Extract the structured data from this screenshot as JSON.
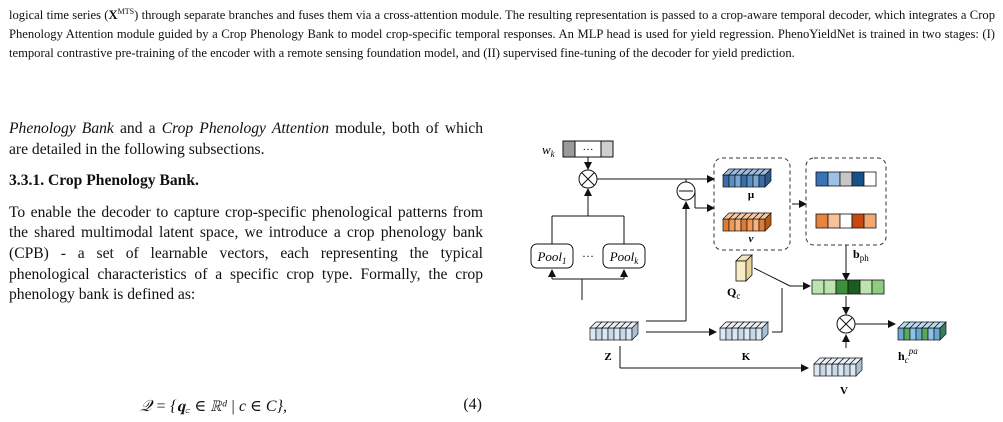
{
  "caption": {
    "part1": "logical time series (",
    "x_symbol": "X",
    "x_superscript": "MTS",
    "part2": ") through separate branches and fuses them via a cross-attention module. The resulting representation is passed to a crop-aware temporal decoder, which integrates a Crop Phenology Attention module guided by a Crop Phenology Bank to model crop-specific temporal responses. An MLP head is used for yield regression. PhenoYieldNet is trained in two stages: (I) temporal contrastive pre-training of the encoder with a remote sensing foundation model, and (II) supervised fine-tuning of the decoder for yield prediction."
  },
  "body": {
    "para1_italic1": "Phenology Bank",
    "para1_mid": " and a ",
    "para1_italic2": "Crop Phenology Attention",
    "para1_end": " module, both of which are detailed in the following subsections.",
    "subsection_title": "3.3.1. Crop Phenology Bank.",
    "para2": "To enable the decoder to capture crop-specific phenological patterns from the shared multimodal latent space, we introduce a crop phenology bank (CPB) - a set of learnable vectors, each representing the typical phenological characteristics of a specific crop type. Formally, the crop phenology bank is defined as:"
  },
  "equation": {
    "text": "𝒬 = {𝐪꜀ ∈ ℝᵈ | c ∈ C},",
    "number": "(4)"
  },
  "diagram": {
    "labels": {
      "w": "w",
      "w_sub": "k",
      "dots": "···",
      "pool1": "Pool",
      "pool1_sub": "1",
      "poolk": "Pool",
      "poolk_sub": "k",
      "mu": "μ",
      "nu": "ν",
      "b": "b",
      "b_sub": "ph",
      "q": "Q",
      "q_sub": "c",
      "z": "Z",
      "k": "K",
      "v": "V",
      "h": "h",
      "h_sub": "c",
      "h_sup": "pa"
    },
    "colors": {
      "mu_bar": [
        "#3a73b5",
        "#9dc0e6",
        "#c6c6c6",
        "#16508a",
        "#ffffff"
      ],
      "nu_bar": [
        "#e8843c",
        "#f7c29a",
        "#ffffff",
        "#c64a10",
        "#f2a872"
      ],
      "q_bar": [
        "#bde3b0",
        "#bde3b0",
        "#3e8e3a",
        "#1c5d1f",
        "#bde3b0",
        "#8fcb80"
      ],
      "z_color": "#dbe7f2",
      "h_color": "#6aa7d3",
      "h_color2": "#5aa85a"
    }
  }
}
